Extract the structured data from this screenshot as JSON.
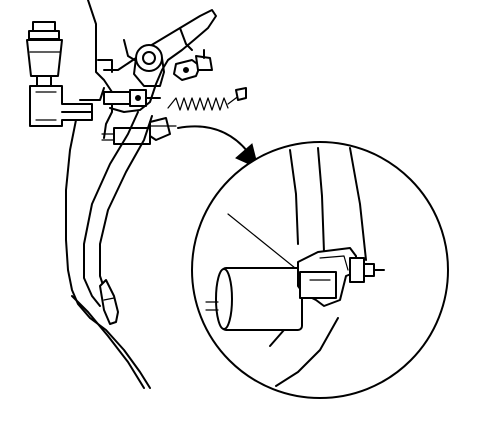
{
  "figure": {
    "colors": {
      "line": "#000000",
      "background": "#ffffff"
    },
    "components": [
      "clutch-master-cylinder",
      "fluid-reservoir",
      "pushrod",
      "pedal-pivot-bracket",
      "return-spring",
      "pedal-arm",
      "pedal-pad",
      "clutch-pedal-switch",
      "magnified-detail-view",
      "callout-arrow"
    ]
  }
}
